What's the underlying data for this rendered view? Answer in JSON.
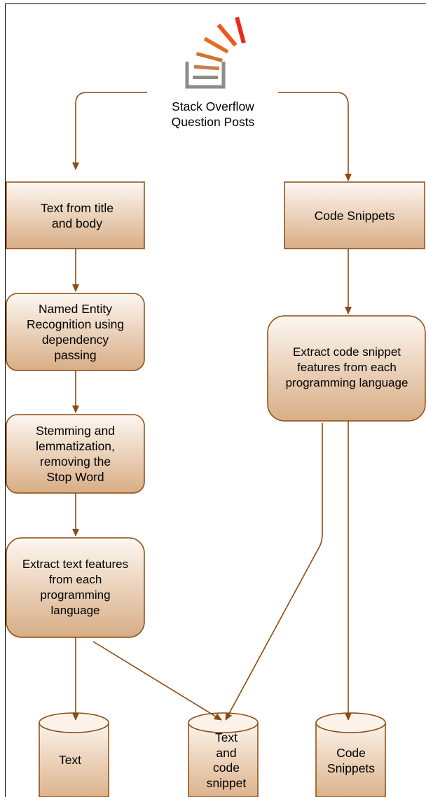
{
  "colors": {
    "stroke": "#8b4a12",
    "arrow": "#8b4a12",
    "fill_top": "#fdf7f1",
    "fill_bottom": "#d8ad85",
    "frame": "#000000"
  },
  "logo": {
    "icon": "stack-overflow-logo-icon",
    "label": "Stack Overflow\nQuestion Posts"
  },
  "nodes": {
    "text_title_body": "Text from title\nand body",
    "code_snippets": "Code Snippets",
    "ner": "Named Entity\nRecognition using\ndependency\npassing",
    "extract_code": "Extract code snippet\nfeatures from each\nprogramming language",
    "stemming": "Stemming and\nlemmatization,\nremoving the\nStop Word",
    "extract_text": "Extract text features\nfrom each\nprogramming\nlanguage"
  },
  "databases": {
    "text": "Text",
    "text_code": "Text\nand\ncode\nsnippet",
    "code": "Code\nSnippets"
  }
}
